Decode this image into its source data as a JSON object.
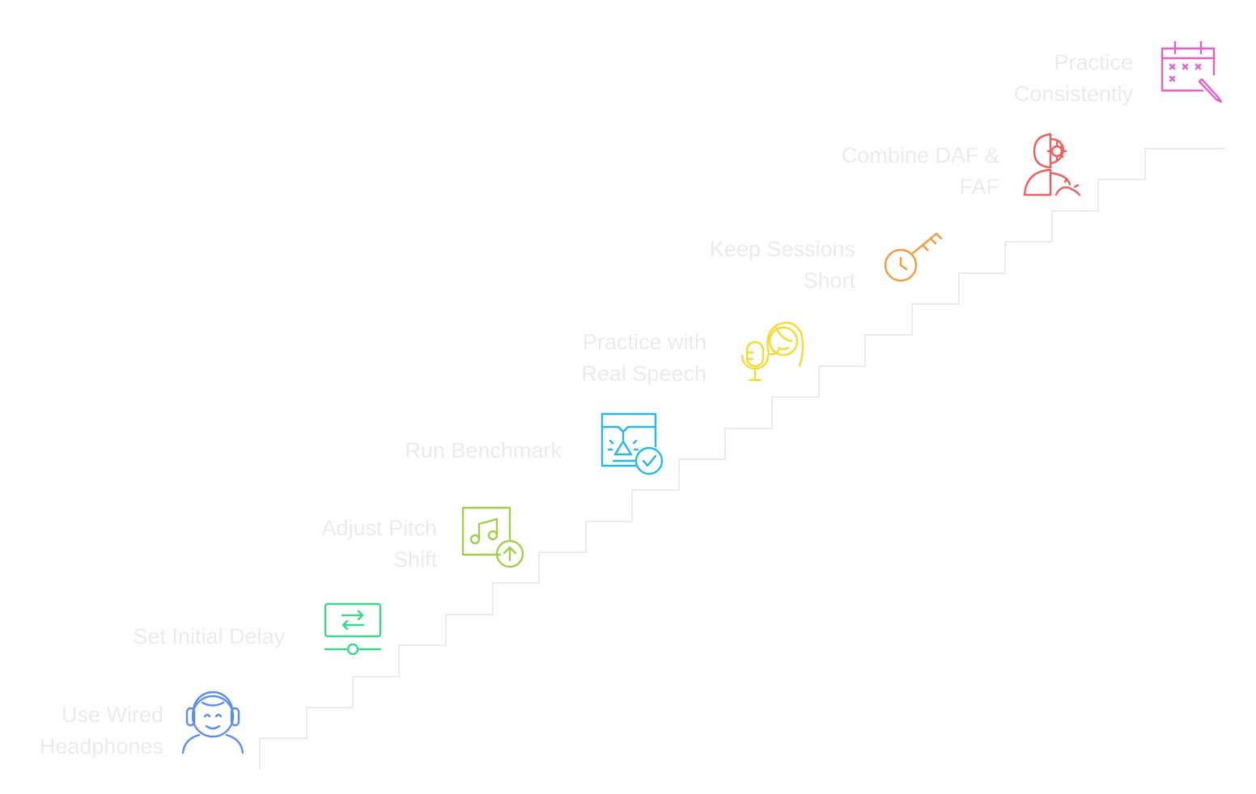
{
  "diagram": {
    "type": "staircase-steps",
    "stair_color": "#ebebeb",
    "label_color": "#ebebeb",
    "steps": [
      {
        "lines": [
          "Use Wired",
          "Headphones"
        ],
        "icon": "headphones-person-icon",
        "color": "#5b8def"
      },
      {
        "lines": [
          "Set Initial Delay"
        ],
        "icon": "monitor-slider-icon",
        "color": "#3dd68c"
      },
      {
        "lines": [
          "Adjust Pitch",
          "Shift"
        ],
        "icon": "music-note-up-icon",
        "color": "#9ed04a"
      },
      {
        "lines": [
          "Run Benchmark"
        ],
        "icon": "benchmark-check-icon",
        "color": "#24b8ec"
      },
      {
        "lines": [
          "Practice with",
          "Real Speech"
        ],
        "icon": "microphone-person-icon",
        "color": "#f7d931"
      },
      {
        "lines": [
          "Keep Sessions",
          "Short"
        ],
        "icon": "clock-key-icon",
        "color": "#f39a3c"
      },
      {
        "lines": [
          "Combine DAF &",
          "FAF"
        ],
        "icon": "head-gears-icon",
        "color": "#f05d5d"
      },
      {
        "lines": [
          "Practice",
          "Consistently"
        ],
        "icon": "calendar-pen-icon",
        "color": "#e95fc4"
      }
    ]
  }
}
